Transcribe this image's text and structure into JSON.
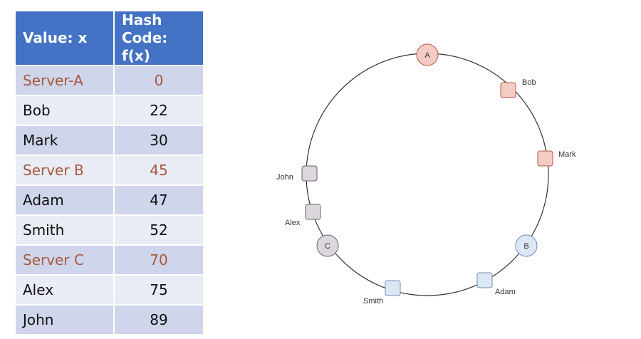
{
  "table": {
    "headers": [
      "Value: x",
      "Hash Code: f(x)"
    ],
    "rows": [
      {
        "value": "Server-A",
        "code": "0",
        "server": true
      },
      {
        "value": "Bob",
        "code": "22",
        "server": false
      },
      {
        "value": "Mark",
        "code": "30",
        "server": false
      },
      {
        "value": "Server B",
        "code": "45",
        "server": true
      },
      {
        "value": "Adam",
        "code": "47",
        "server": false
      },
      {
        "value": "Smith",
        "code": "52",
        "server": false
      },
      {
        "value": "Server C",
        "code": "70",
        "server": true
      },
      {
        "value": "Alex",
        "code": "75",
        "server": false
      },
      {
        "value": "John",
        "code": "89",
        "server": false
      }
    ]
  },
  "ring": {
    "servers": [
      {
        "label": "A",
        "color": "#f4ccc3"
      },
      {
        "label": "B",
        "color": "#dde6f3"
      },
      {
        "label": "C",
        "color": "#dcd6df"
      }
    ],
    "keys": [
      {
        "label": "Bob",
        "color": "#f4ccc3"
      },
      {
        "label": "Mark",
        "color": "#f4ccc3"
      },
      {
        "label": "Adam",
        "color": "#dde6f3"
      },
      {
        "label": "Smith",
        "color": "#dde6f3"
      },
      {
        "label": "Alex",
        "color": "#dcd6df"
      },
      {
        "label": "John",
        "color": "#dcd6df"
      }
    ]
  }
}
